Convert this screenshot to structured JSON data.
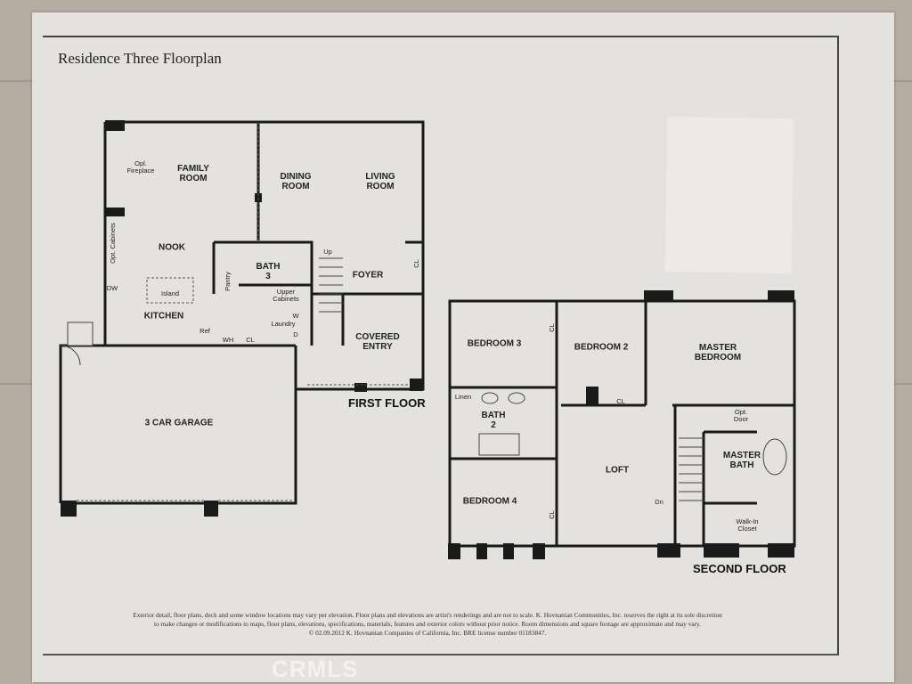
{
  "title": "Residence Three Floorplan",
  "first_floor": {
    "heading": "FIRST FLOOR",
    "rooms": {
      "family_room": "FAMILY\nROOM",
      "dining_room": "DINING\nROOM",
      "living_room": "LIVING\nROOM",
      "nook": "NOOK",
      "kitchen": "KITCHEN",
      "bath3": "BATH\n3",
      "foyer": "FOYER",
      "covered_entry": "COVERED\nENTRY",
      "garage": "3 CAR GARAGE"
    },
    "small_labels": {
      "fireplace": "Opl.\nFireplace",
      "cabinets": "Opt. Cabinets",
      "dw": "DW",
      "island": "Island",
      "pantry": "Pantry",
      "ref": "Ref",
      "wh": "WH",
      "cl": "CL",
      "upper_cabinets": "Upper\nCabinets",
      "laundry": "Laundry",
      "w": "W",
      "d": "D",
      "up": "Up",
      "cl_foyer": "CL"
    }
  },
  "second_floor": {
    "heading": "SECOND FLOOR",
    "rooms": {
      "bedroom3": "BEDROOM 3",
      "bedroom2": "BEDROOM 2",
      "master_bedroom": "MASTER\nBEDROOM",
      "bath2": "BATH\n2",
      "loft": "LOFT",
      "master_bath": "MASTER\nBATH",
      "bedroom4": "BEDROOM 4"
    },
    "small_labels": {
      "linen": "Linen",
      "cl1": "CL",
      "cl2": "CL",
      "cl3": "CL",
      "opt_door": "Opt.\nDoor",
      "walk_in": "Walk-In\nCloset",
      "dn": "Dn"
    }
  },
  "footer": {
    "line1": "Exterior detail, floor plans, deck and some window locations may vary per elevation. Floor plans and elevations are artist's renderings and are not to scale. K. Hovnanian Communities, Inc. reserves the right at its sole discretion",
    "line2": "to make changes or modifications to maps, floor plans, elevations, specifications, materials, features and exterior colors without prior notice. Room dimensions and square footage are approximate and may vary.",
    "line3": "© 02.09.2012 K. Hovnanian Companies of California, Inc. BRE license number 01183847."
  },
  "watermark": "CRMLS"
}
